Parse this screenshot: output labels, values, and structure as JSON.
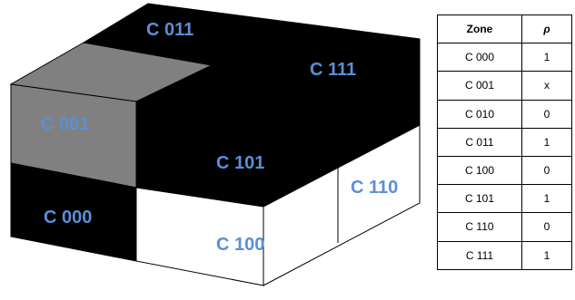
{
  "diagram": {
    "label_color": "#5b8fd6",
    "faces": [
      {
        "zone": "C 011",
        "fill": "#000000"
      },
      {
        "zone": "C 111",
        "fill": "#000000"
      },
      {
        "zone": "C 001",
        "fill": "#808080"
      },
      {
        "zone": "C 101",
        "fill": "#000000"
      },
      {
        "zone": "C 000",
        "fill": "#000000"
      },
      {
        "zone": "C 100",
        "fill": "#ffffff"
      },
      {
        "zone": "C 110",
        "fill": "#ffffff"
      }
    ]
  },
  "table": {
    "headers": {
      "zone": "Zone",
      "rho": "ρ"
    },
    "rows": [
      {
        "zone": "C 000",
        "rho": "1"
      },
      {
        "zone": "C 001",
        "rho": "x"
      },
      {
        "zone": "C 010",
        "rho": "0"
      },
      {
        "zone": "C 011",
        "rho": "1"
      },
      {
        "zone": "C 100",
        "rho": "0"
      },
      {
        "zone": "C 101",
        "rho": "1"
      },
      {
        "zone": "C 110",
        "rho": "0"
      },
      {
        "zone": "C 111",
        "rho": "1"
      }
    ]
  }
}
